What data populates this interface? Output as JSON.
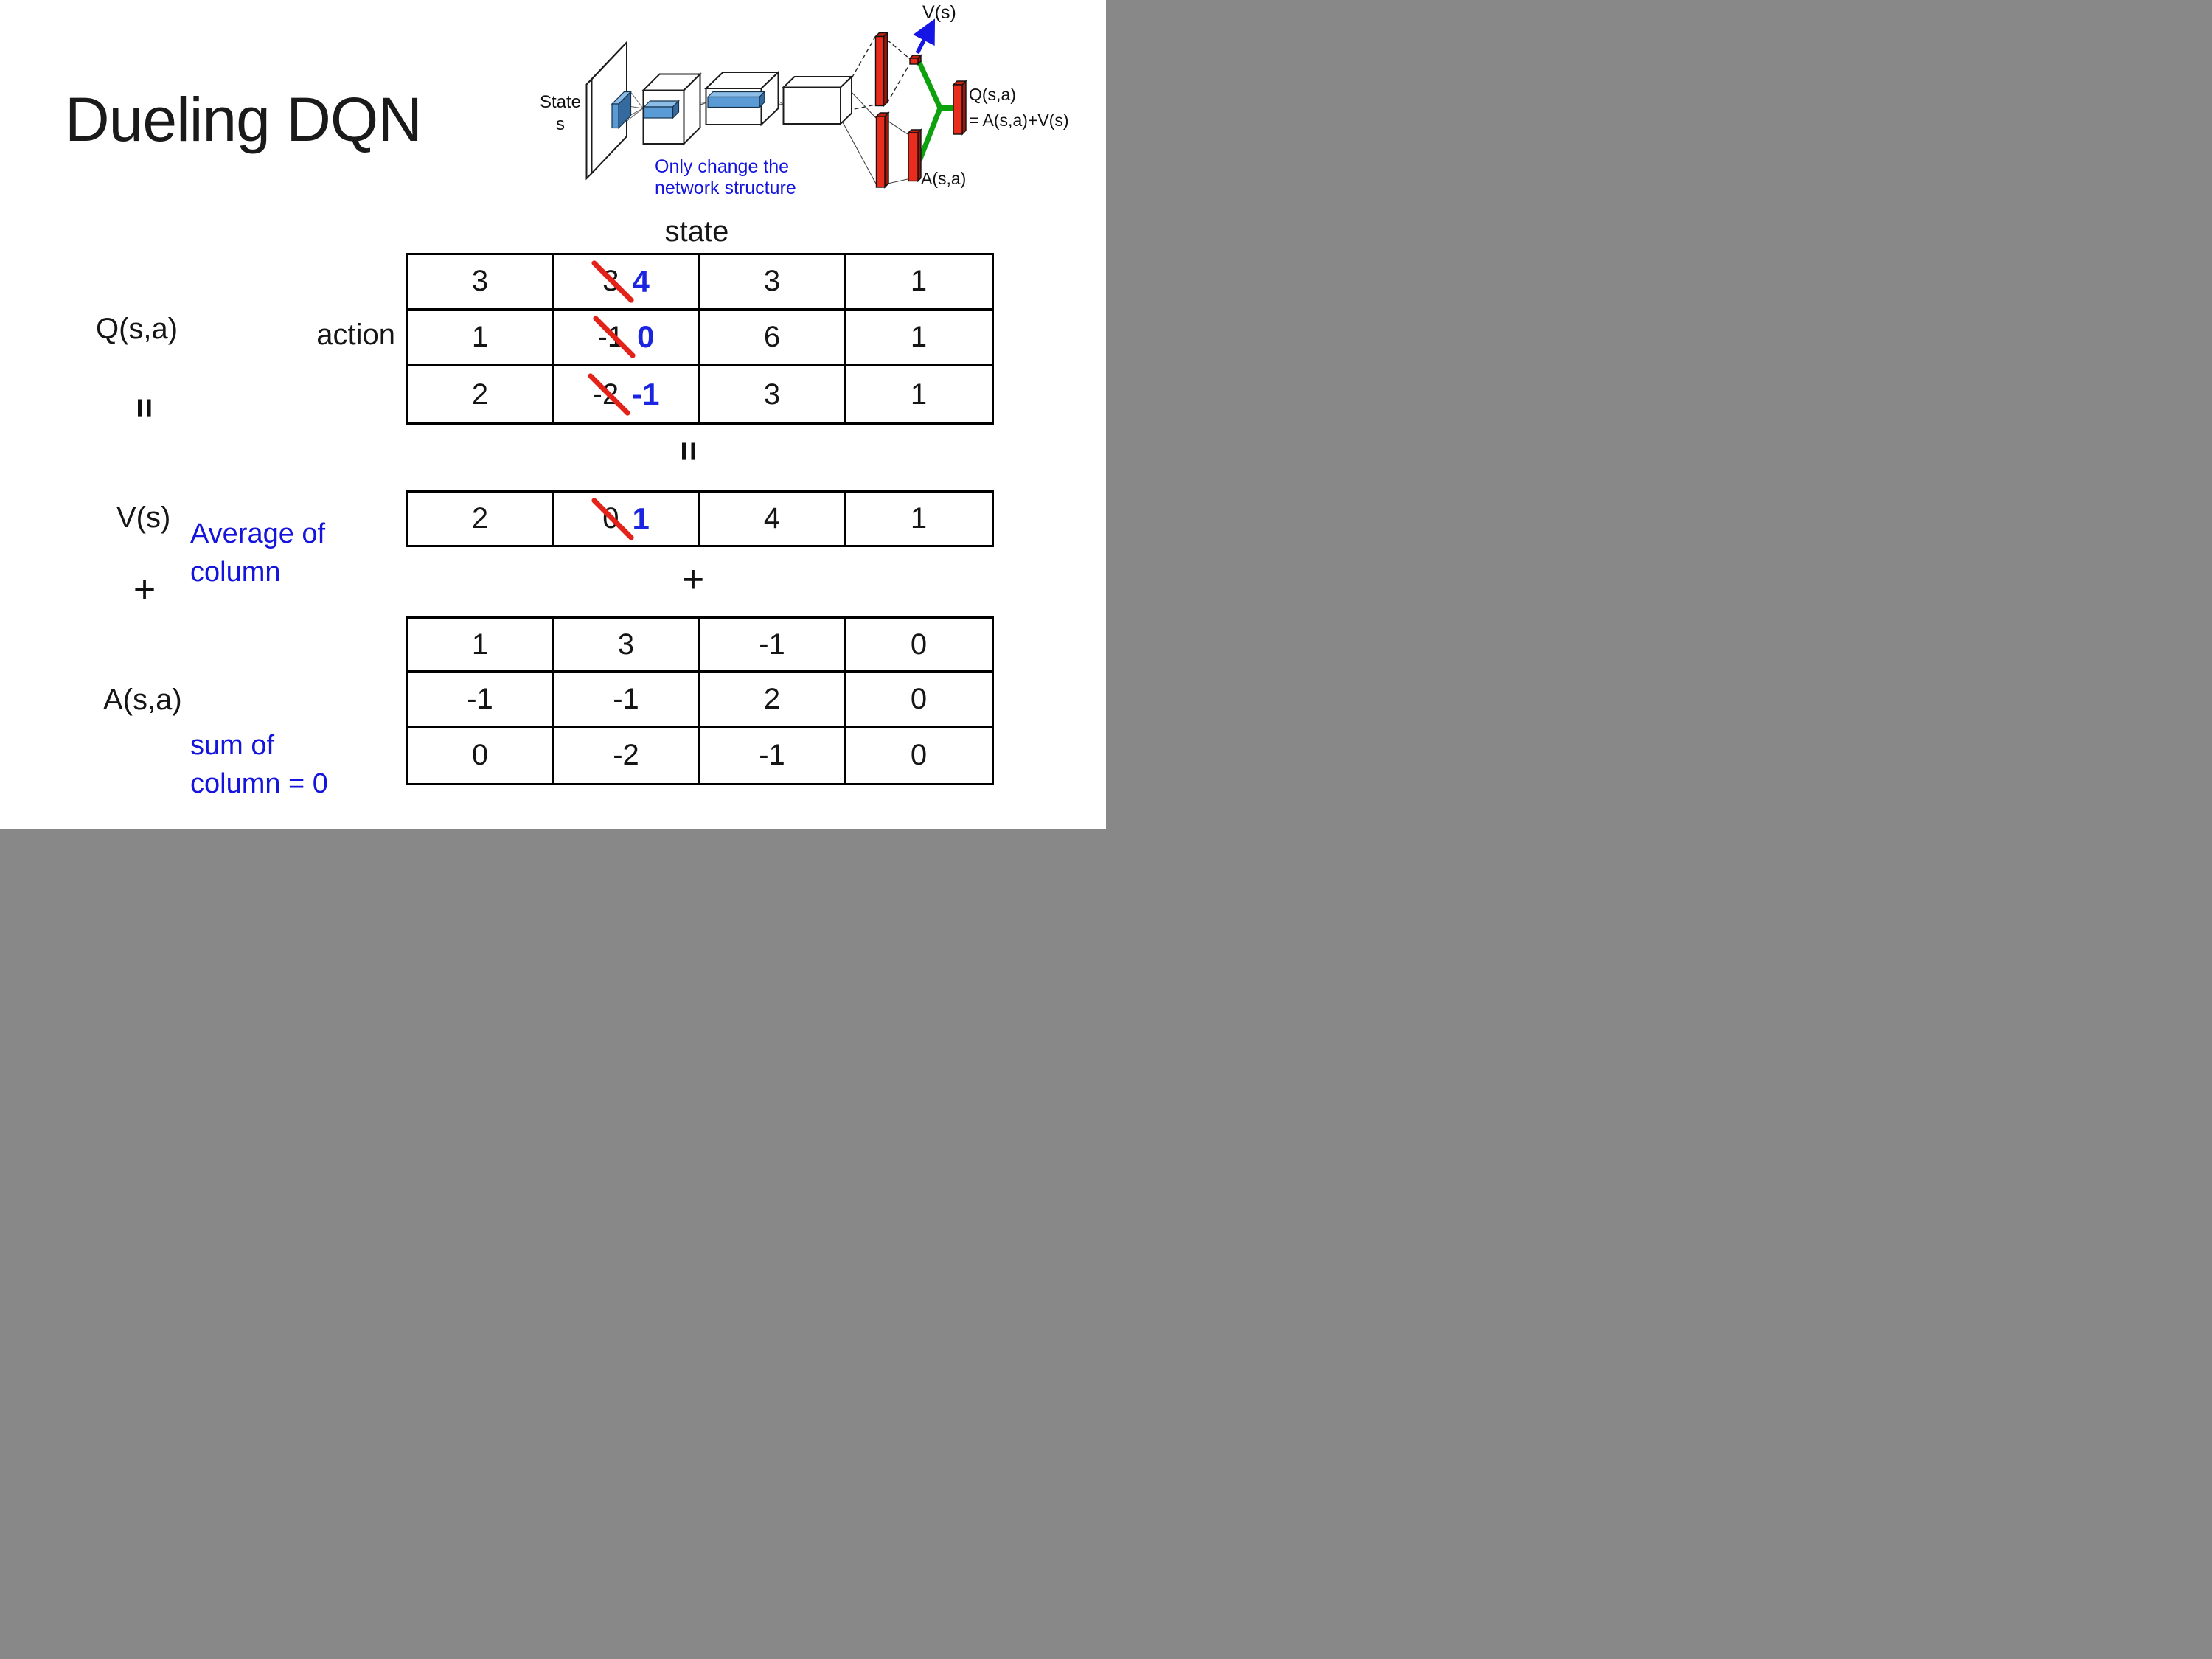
{
  "title": "Dueling DQN",
  "diagram": {
    "state_line1": "State",
    "state_line2": "s",
    "v_out_label": "V(s)",
    "a_out_label": "A(s,a)",
    "q_out_line1": "Q(s,a)",
    "q_out_line2": "= A(s,a)+V(s)",
    "note_line1": "Only change the",
    "note_line2": "network structure"
  },
  "matrix_section": {
    "state_header": "state",
    "action_label": "action",
    "q_label": "Q(s,a)",
    "v_label": "V(s)",
    "a_label": "A(s,a)",
    "equals_left": "=",
    "equals_center": "=",
    "plus_left": "+",
    "plus_center": "+",
    "avg_note": [
      "Average of",
      "column"
    ],
    "sum_note": [
      "sum of",
      "column = 0"
    ]
  },
  "q_table": {
    "rows": [
      [
        {
          "value": "3"
        },
        {
          "old": "3",
          "new": "4"
        },
        {
          "value": "3"
        },
        {
          "value": "1"
        }
      ],
      [
        {
          "value": "1"
        },
        {
          "old": "-1",
          "new": "0"
        },
        {
          "value": "6"
        },
        {
          "value": "1"
        }
      ],
      [
        {
          "value": "2"
        },
        {
          "old": "-2",
          "new": "-1"
        },
        {
          "value": "3"
        },
        {
          "value": "1"
        }
      ]
    ]
  },
  "v_table": {
    "rows": [
      [
        {
          "value": "2"
        },
        {
          "old": "0",
          "new": "1"
        },
        {
          "value": "4"
        },
        {
          "value": "1"
        }
      ]
    ]
  },
  "a_table": {
    "rows": [
      [
        {
          "value": "1"
        },
        {
          "value": "3"
        },
        {
          "value": "-1"
        },
        {
          "value": "0"
        }
      ],
      [
        {
          "value": "-1"
        },
        {
          "value": "-1"
        },
        {
          "value": "2"
        },
        {
          "value": "0"
        }
      ],
      [
        {
          "value": "0"
        },
        {
          "value": "-2"
        },
        {
          "value": "-1"
        },
        {
          "value": "0"
        }
      ]
    ]
  },
  "colors": {
    "annotation_blue": "#1414dd",
    "new_value_blue": "#1b24e0",
    "strike_red": "#e3231a",
    "bar_red": "#ea2c1c",
    "conv_blue": "#5b9bd5",
    "combine_green": "#0da10d"
  }
}
